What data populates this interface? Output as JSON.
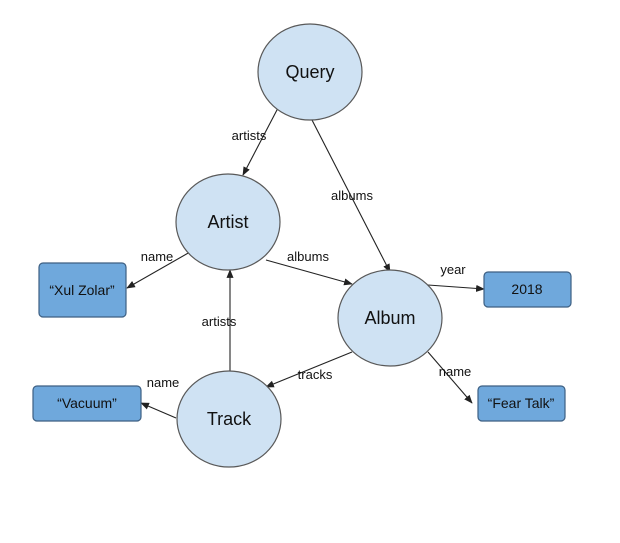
{
  "nodes": {
    "query": "Query",
    "artist": "Artist",
    "album": "Album",
    "track": "Track"
  },
  "values": {
    "artist_name": "“Xul Zolar”",
    "album_year": "2018",
    "album_name": "“Fear Talk”",
    "track_name": "“Vacuum”"
  },
  "edges": {
    "query_artists": "artists",
    "query_albums": "albums",
    "artist_name": "name",
    "artist_albums": "albums",
    "album_year": "year",
    "album_name": "name",
    "album_tracks": "tracks",
    "track_artists": "artists",
    "track_name": "name"
  },
  "colors": {
    "entity_fill": "#cfe2f3",
    "value_fill": "#6fa8dc"
  }
}
